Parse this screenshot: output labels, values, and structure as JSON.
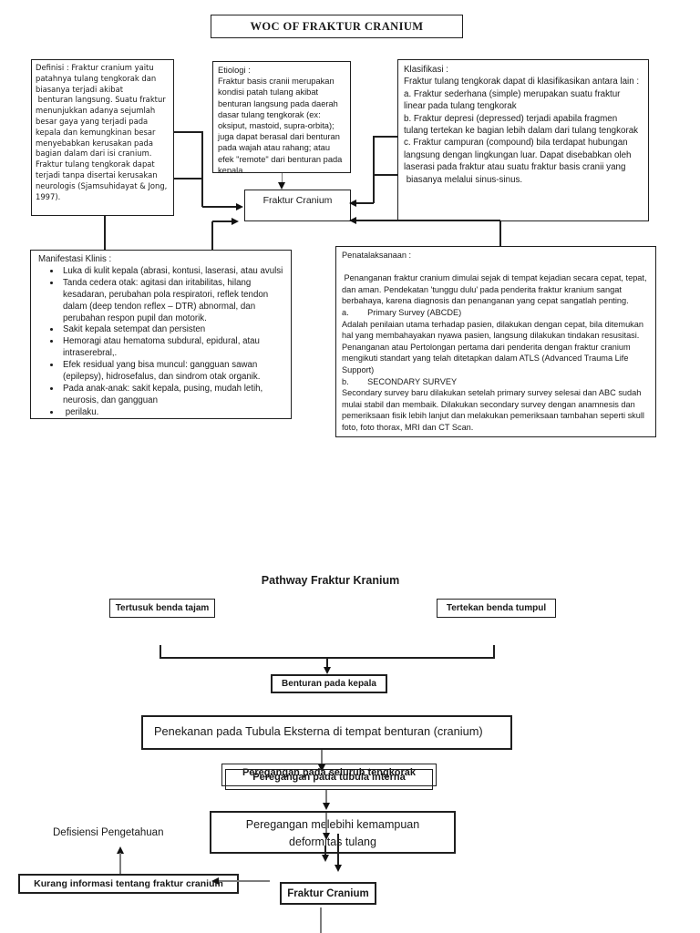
{
  "colors": {
    "ink": "#1a1a1a",
    "connector_gray": "#7d7d7d",
    "background": "#ffffff"
  },
  "title_box": "WOC OF FRAKTUR CRANIUM",
  "woc": {
    "definisi": "Definisi : Fraktur cranium yaitu patahnya tulang tengkorak dan biasanya terjadi akibat\n benturan langsung. Suatu fraktur menunjukkan adanya sejumlah besar gaya yang terjadi pada kepala dan kemungkinan besar menyebabkan kerusakan pada bagian dalam dari isi cranium. Fraktur tulang tengkorak dapat terjadi tanpa disertai kerusakan neurologis (Sjamsuhidayat & Jong, 1997).",
    "etiologi": "Etiologi :\nFraktur basis cranii merupakan kondisi patah tulang akibat benturan langsung pada daerah dasar tulang tengkorak (ex: oksiput, mastoid, supra-orbita); juga dapat berasal dari benturan pada wajah atau rahang; atau efek \"remote\" dari benturan pada kepala.",
    "klasifikasi": "Klasifikasi :\nFraktur tulang tengkorak dapat di klasifikasikan antara lain :\na. Fraktur sederhana (simple) merupakan suatu fraktur linear pada tulang tengkorak\nb. Fraktur depresi (depressed) terjadi apabila fragmen tulang tertekan ke bagian lebih dalam dari tulang tengkorak\nc. Fraktur campuran (compound) bila terdapat hubungan langsung dengan lingkungan luar. Dapat disebabkan oleh laserasi pada fraktur atau suatu fraktur basis cranii yang\n biasanya melalui sinus-sinus.",
    "fraktur_cranium_center": "Fraktur Cranium",
    "manifestasi": {
      "title": "Manifestasi Klinis :",
      "bullets": [
        "Luka di kulit kepala (abrasi, kontusi, laserasi, atau avulsi",
        "Tanda cedera otak: agitasi dan iritabilitas, hilang kesadaran, perubahan pola respiratori, reflek tendon dalam (deep tendon reflex – DTR) abnormal, dan perubahan respon pupil dan motorik.",
        "Sakit kepala setempat dan persisten",
        "Hemoragi atau hematoma subdural, epidural, atau intraserebral,.",
        "Efek residual yang bisa muncul: gangguan sawan (epilepsy), hidrosefalus, dan sindrom otak organik.",
        "Pada anak-anak: sakit kepala, pusing, mudah letih, neurosis, dan gangguan",
        " perilaku."
      ]
    },
    "penatalaksanaan": "Penatalaksanaan :\n\n Penanganan fraktur cranium dimulai sejak di tempat kejadian secara cepat, tepat, dan aman. Pendekatan 'tunggu dulu' pada penderita fraktur kranium sangat berbahaya, karena diagnosis dan penanganan yang cepat sangatlah penting.\na.        Primary Survey (ABCDE)\nAdalah penilaian utama terhadap pasien, dilakukan dengan cepat, bila ditemukan hal yang membahayakan nyawa pasien, langsung dilakukan tindakan resusitasi. Penanganan atau Pertolongan pertama dari penderita dengan fraktur cranium mengikuti standart yang telah ditetapkan dalam ATLS (Advanced Trauma Life Support)\nb.        SECONDARY SURVEY\nSecondary survey baru dilakukan setelah primary survey selesai dan ABC sudah mulai stabil dan membaik. Dilakukan secondary survey dengan anamnesis dan pemeriksaan fisik lebih lanjut dan melakukan pemeriksaan tambahan seperti skull foto, foto thorax, MRI dan CT Scan."
  },
  "pathway": {
    "title": "Pathway Fraktur Kranium",
    "tertusuk": "Tertusuk benda tajam",
    "tertekan": "Tertekan benda tumpul",
    "benturan": "Benturan pada kepala",
    "penekanan": "Penekanan pada Tubula Eksterna di tempat benturan (cranium)",
    "peregangan_tengkorak": "Peregangan pada seluruh tengkorak",
    "peregangan_tubula": "Peregangan pada tubula interna",
    "peregangan_melebihi": "Peregangan melebihi kemampuan\ndeformitas tulang",
    "defisiensi": "Defisiensi Pengetahuan",
    "kurang_informasi": "Kurang informasi tentang fraktur cranium",
    "fraktur_cranium": "Fraktur Cranium"
  }
}
